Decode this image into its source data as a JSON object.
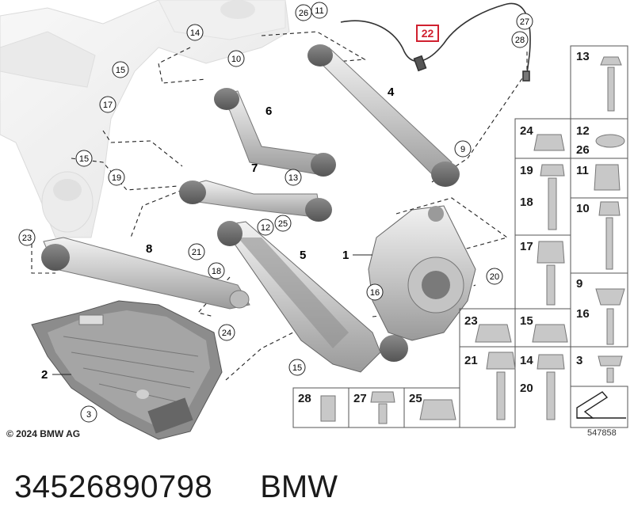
{
  "callouts": {
    "c1": "1",
    "c2": "2",
    "c3": "3",
    "c4": "4",
    "c5": "5",
    "c6": "6",
    "c7": "7",
    "c8": "8",
    "c9": "9",
    "c10": "10",
    "c11": "11",
    "c12": "12",
    "c13": "13",
    "c14": "14",
    "c15": "15",
    "c16": "16",
    "c17": "17",
    "c18": "18",
    "c19": "19",
    "c20": "20",
    "c21": "21",
    "c22": "22",
    "c23": "23",
    "c24": "24",
    "c25": "25",
    "c26": "26",
    "c27": "27",
    "c28": "28"
  },
  "highlight_color": "#d0202f",
  "parts_table": {
    "r1": [
      "13"
    ],
    "r2": [
      "24",
      "12",
      "26"
    ],
    "r3": [
      "19",
      "18",
      "11"
    ],
    "r4": [
      "17",
      "10"
    ],
    "r5": [
      "9",
      "16"
    ],
    "r6": [
      "23",
      "15"
    ],
    "r7": [
      "21",
      "14",
      "20",
      "3"
    ],
    "bottom": [
      "28",
      "27",
      "25"
    ]
  },
  "footer": {
    "copyright": "© 2024 BMW AG",
    "diagram_id": "547858",
    "part_number": "34526890798",
    "brand": "BMW"
  }
}
